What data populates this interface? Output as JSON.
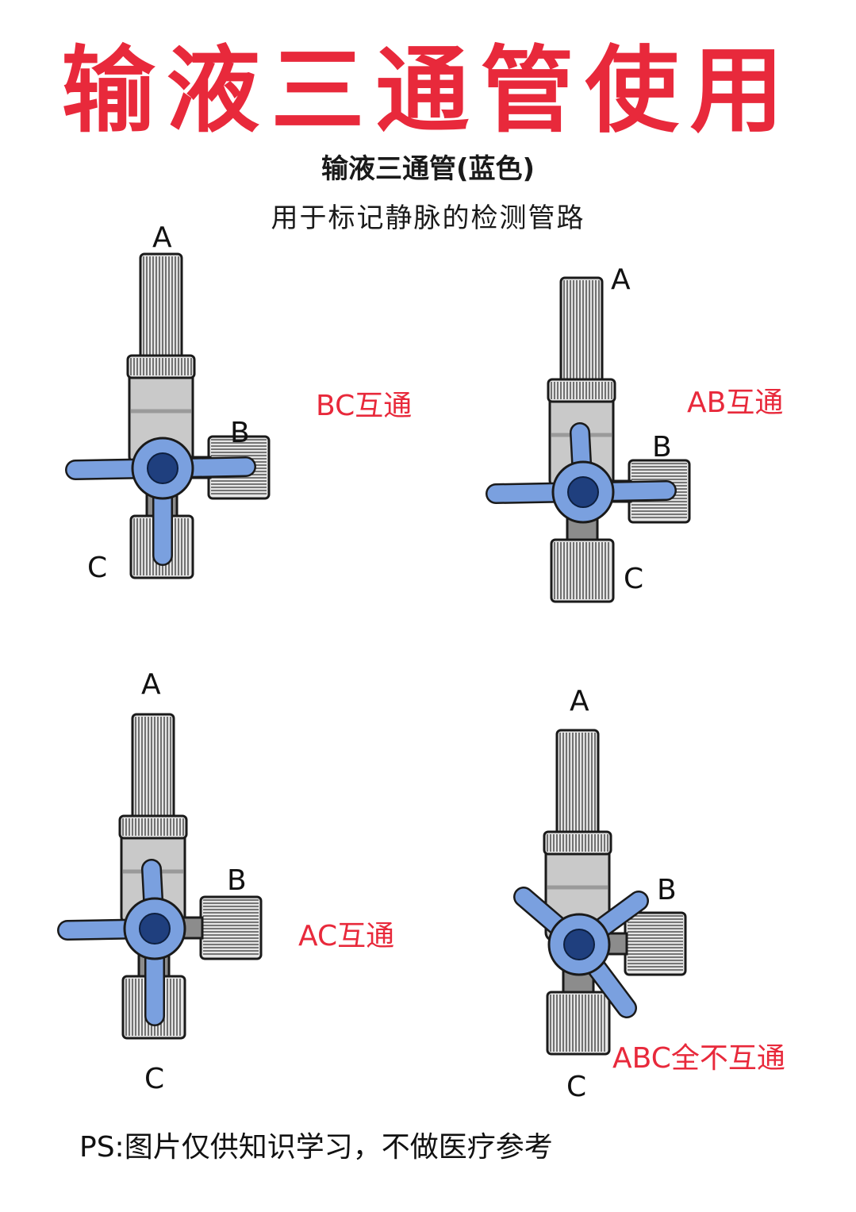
{
  "title": "输液三通管使用",
  "subtitle": "输液三通管(蓝色)",
  "description": "用于标记静脉的检测管路",
  "colors": {
    "title": "#e8293b",
    "handle": "#7aa0df",
    "knob": "#1f3f7e",
    "body": "#c9c9c9",
    "outline": "#1a1a1a"
  },
  "valves": [
    {
      "state": "BC互通",
      "ports": {
        "a": "A",
        "b": "B",
        "c": "C"
      },
      "handle_arms": [
        "left",
        "right",
        "down"
      ]
    },
    {
      "state": "AB互通",
      "ports": {
        "a": "A",
        "b": "B",
        "c": "C"
      },
      "handle_arms": [
        "left",
        "right",
        "up"
      ]
    },
    {
      "state": "AC互通",
      "ports": {
        "a": "A",
        "b": "B",
        "c": "C"
      },
      "handle_arms": [
        "left",
        "up",
        "down"
      ]
    },
    {
      "state": "ABC全不互通",
      "ports": {
        "a": "A",
        "b": "B",
        "c": "C"
      },
      "handle_arms": [
        "up-left",
        "up-right",
        "down-right"
      ]
    }
  ],
  "footer": "PS:图片仅供知识学习，不做医疗参考"
}
